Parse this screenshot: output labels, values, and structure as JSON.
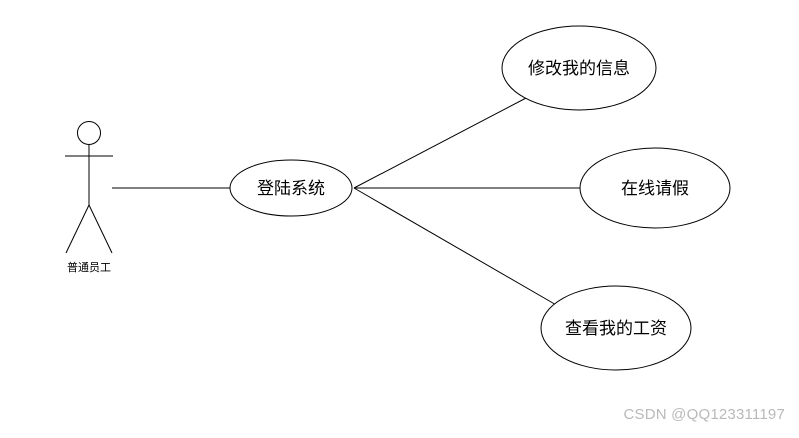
{
  "diagram": {
    "actor": {
      "label": "普通员工"
    },
    "use_cases": {
      "login": "登陆系统",
      "modify_info": "修改我的信息",
      "leave_request": "在线请假",
      "view_salary": "查看我的工资"
    },
    "colors": {
      "stroke": "#000000",
      "background": "#ffffff",
      "watermark": "#b9b9b9"
    }
  },
  "watermark": {
    "text": "CSDN @QQ123311197"
  }
}
